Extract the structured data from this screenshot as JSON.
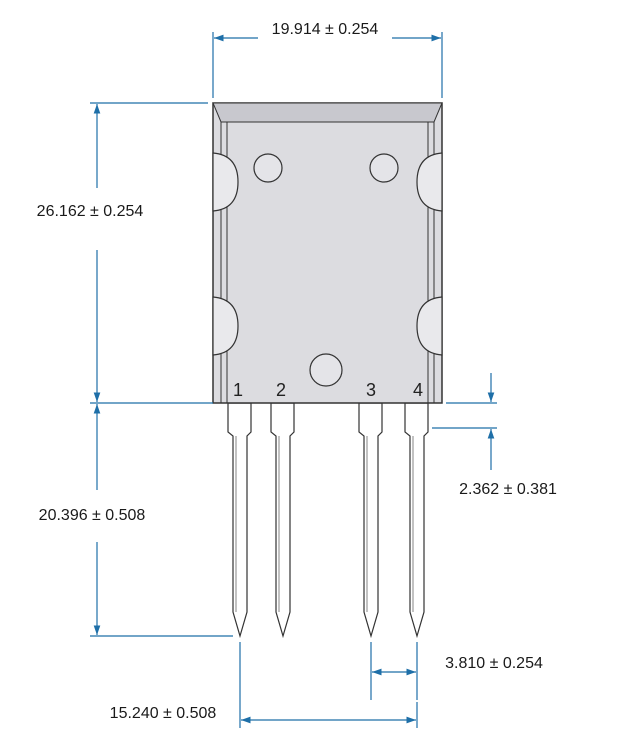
{
  "dimensions": {
    "body_width": "19.914 ± 0.254",
    "body_height": "26.162 ± 0.254",
    "lead_length": "20.396 ± 0.508",
    "lead_shoulder": "2.362 ± 0.381",
    "lead_pitch": "3.810 ± 0.254",
    "outer_lead_span": "15.240 ± 0.508"
  },
  "pins": [
    "1",
    "2",
    "3",
    "4"
  ],
  "colors": {
    "dimension_line": "#1e6fa8",
    "body_fill": "#dcdce0",
    "outline": "#333333",
    "lead_fill": "#ffffff"
  }
}
